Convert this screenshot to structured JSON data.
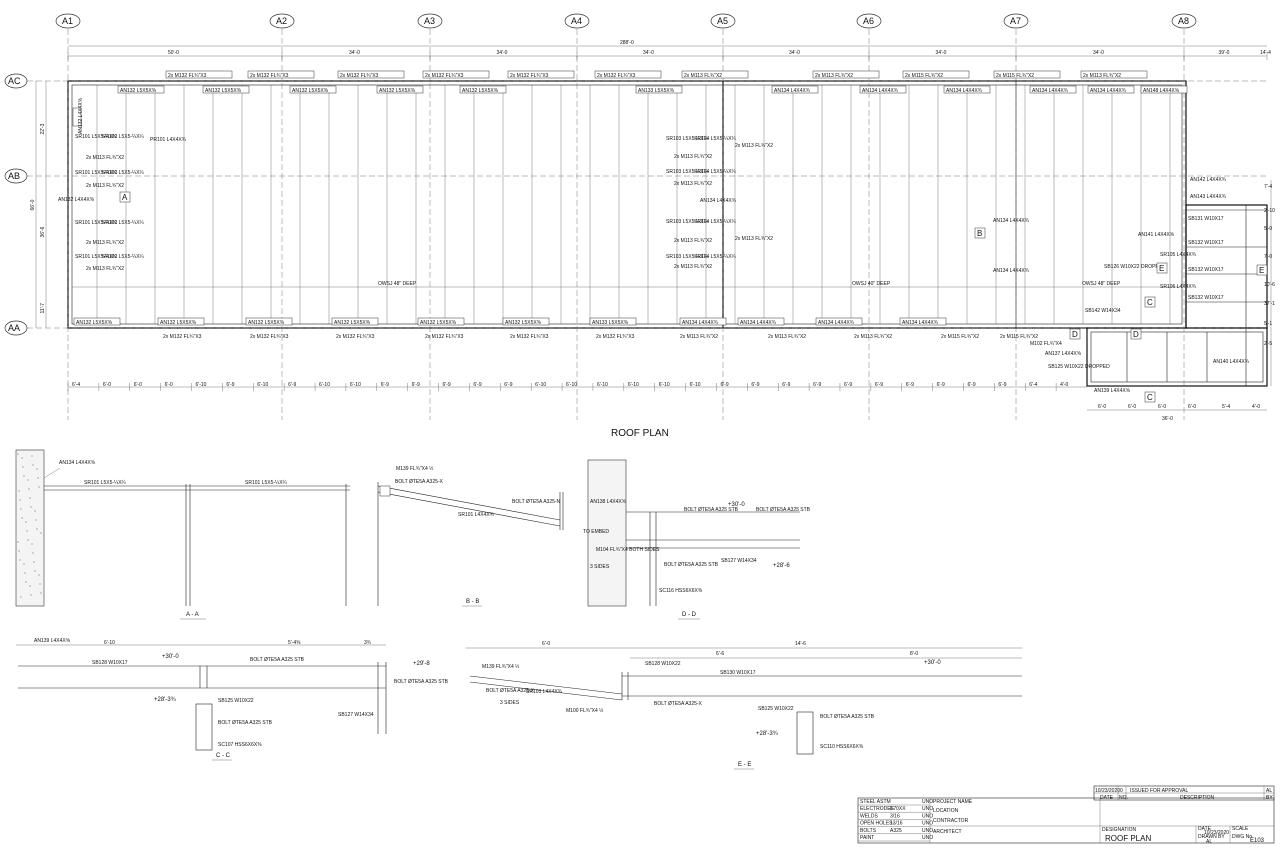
{
  "grid_columns": [
    "A1",
    "A2",
    "A3",
    "A4",
    "A5",
    "A6",
    "A7",
    "A8"
  ],
  "grid_rows": [
    "AC",
    "AB",
    "AA"
  ],
  "top_dims": [
    "50'-0",
    "34'-0",
    "34'-0",
    "34'-0",
    "34'-0",
    "34'-0",
    "34'-0",
    "39'-0",
    "14'-4"
  ],
  "overall_dim": "288'-0",
  "left_dims": [
    "22'-3",
    "66'-0",
    "36'-6",
    "11'-7"
  ],
  "bottom_dims": [
    "6'-4",
    "6'-0",
    "6'-0",
    "6'-0",
    "6'-10",
    "6'-9",
    "6'-10",
    "6'-9",
    "6'-10",
    "6'-10",
    "6'-9",
    "6'-9",
    "6'-9",
    "6'-9",
    "6'-9",
    "6'-10",
    "6'-10",
    "6'-10",
    "6'-10",
    "6'-10",
    "6'-10",
    "6'-9",
    "6'-9",
    "6'-9",
    "6'-9",
    "6'-9",
    "6'-9",
    "6'-9",
    "6'-9",
    "6'-9",
    "6'-9",
    "6'-4",
    "4'-0"
  ],
  "beam_labels_top": [
    "2x M132 FL¾\"X3",
    "2x M132 FL¾\"X3",
    "2x M132 FL¾\"X3",
    "2x M132 FL¾\"X3",
    "2x M132 FL¾\"X3",
    "2x M132 FL¾\"X3",
    "2x M113 FL¾\"X2",
    "2x M113 FL¾\"X2",
    "2x M115 FL¾\"X2",
    "2x M115 FL¾\"X2",
    "2x M113 FL¾\"X2"
  ],
  "beam_labels_bottom": [
    "2x M132 FL¾\"X3",
    "2x M132 FL¾\"X3",
    "2x M132 FL¾\"X3",
    "2x M132 FL¾\"X3",
    "2x M132 FL¾\"X3",
    "2x M132 FL¾\"X3",
    "2x M113 FL¾\"X2",
    "2x M113 FL¾\"X2",
    "2x M113 FL¾\"X2",
    "2x M115 FL¾\"X2",
    "2x M115 FL¾\"X2"
  ],
  "angle_labels_top": [
    "AN132 L5X5X⅜",
    "AN132 L5X5X⅜",
    "AN132 L5X5X⅜",
    "AN132 L5X5X⅜",
    "AN132 L5X5X⅜",
    "AN133 L5X5X⅜",
    "AN134 L4X4X¾",
    "AN134 L4X4X¾",
    "AN134 L4X4X¾",
    "AN134 L4X4X¾",
    "AN134 L4X4X¾",
    "AN148 L4X4X⅝"
  ],
  "angle_labels_bottom": [
    "AN132 L5X5X⅜",
    "AN132 L5X5X⅜",
    "AN132 L5X5X⅜",
    "AN132 L5X5X⅜",
    "AN132 L5X5X⅜",
    "AN132 L5X5X⅜",
    "AN133 L5X5X⅜",
    "AN134 L4X4X¾",
    "AN134 L4X4X¾",
    "AN134 L4X4X¾",
    "AN134 L4X4X¾"
  ],
  "joist_notes": [
    "OWSJ 48\" DEEP",
    "OWSJ 40\" DEEP"
  ],
  "plan_callouts": [
    "AN132 L4X4X⅝",
    "SR101 L5X5-¼X¼",
    "SR102 L5X5-¼X¼",
    "2x M113 FL¾\"X2",
    "PR101 L4X4X¾",
    "2x M113 FL¾\"X2",
    "SR103 L5X5-¼X¼",
    "SR104 L5X5-¼X¼",
    "2x M113 FL¾\"X2",
    "AN134 L4X4X¾",
    "SB126 W10X22 DROPPED",
    "SB131 W10X17",
    "SB132 W10X17",
    "SB142 W14X34",
    "AN137 L4X4X⅝",
    "M102 FL¾\"X4",
    "AN141 L4X4X⅝",
    "AN142 L4X4X¾",
    "AN143 L4X4X¾",
    "SR105 L4X4X¾",
    "SR106 L4X4X¾",
    "SB125 W10X22 DROPPED",
    "AN139 L4X4X⅝",
    "AN140 L4X4X¾"
  ],
  "right_dims": [
    "7'-4",
    "2'-10",
    "5'-0",
    "7'-0",
    "10'-6",
    "37'-1",
    "5'-1",
    "2'-5",
    "36'-0",
    "6'-0",
    "6'-0",
    "6'-0",
    "6'-0",
    "5'-4",
    "4'-0"
  ],
  "section_marks": [
    "A",
    "B",
    "C",
    "D",
    "E"
  ],
  "main_title": "ROOF PLAN",
  "sections": {
    "aa": {
      "title": "A - A",
      "labels": [
        "AN134 L4X4X⅝",
        "SR101 L5X5-¼X¼",
        "SR101 L5X5-¼X¼"
      ]
    },
    "bb": {
      "title": "B - B",
      "labels": [
        "M139 FL¾\"X4 ½",
        "BOLT ØTE5A A325-X",
        "BOLT ØTE5A A325-N",
        "SR101 L4X4X¾"
      ]
    },
    "dd": {
      "title": "D - D",
      "labels": [
        "AN138 L4X4X⅝",
        "+30'-0",
        "BOLT ØTE5A A325 STB",
        "BOLT ØTE5A A325 STB",
        "TO EMBED",
        "M104 FL¾\"X4 BOTH SIDES",
        "3 SIDES",
        "BOLT ØTE5A A325 STB",
        "SB127 W14X34",
        "+28'-6",
        "SC116 HSS6X6X⅜"
      ]
    },
    "cc": {
      "title": "C - C",
      "labels": [
        "AN139 L4X4X⅝",
        "6'-10",
        "5'-4⅝",
        "3¾",
        "SB128 W10X17",
        "+30'-0",
        "BOLT ØTE5A A325 STB",
        "+29'-8",
        "BOLT ØTE5A A325 STB",
        "+28'-3¾",
        "SB125 W10X22",
        "BOLT ØTE5A A325 STB",
        "SC107 HSS6X6X⅜",
        "SB127 W14X34"
      ]
    },
    "ee": {
      "title": "E - E",
      "labels": [
        "6'-0",
        "14'-6",
        "6'-6",
        "8'-0",
        "SB128 W10X22",
        "SB130 W10X17",
        "+30'-0",
        "M139 FL¾\"X4 ½",
        "BOLT ØTE5A A325-X",
        "SR103 L4X4X¾",
        "3 SIDES",
        "M100 FL¾\"X4 ½",
        "BOLT ØTE5A A325-X",
        "SB125 W10X22",
        "+28'-3¾",
        "BOLT ØTE5A A325 STB",
        "SC110 HSS6X6X⅜"
      ]
    }
  },
  "revision": {
    "date": "10/23/2020",
    "no": "0",
    "description": "ISSUED FOR APPROVAL",
    "by": "AL",
    "col_date": "DATE",
    "col_no": "NO.",
    "col_desc": "DESCRIPTION",
    "col_by": "BY"
  },
  "info_table": {
    "rows": [
      {
        "k": "STEEL ASTM",
        "v": "",
        "u": "UNO"
      },
      {
        "k": "ELECTRODES",
        "v": "E70XX",
        "u": "UNO"
      },
      {
        "k": "WELDS",
        "v": "3/16",
        "u": "UNO"
      },
      {
        "k": "OPEN HOLES",
        "v": "13/16",
        "u": "UNO"
      },
      {
        "k": "BOLTS",
        "v": "A325",
        "u": "UNO"
      },
      {
        "k": "PAINT",
        "v": "",
        "u": "UNO"
      }
    ],
    "project": [
      "PROJECT NAME",
      "LOCATION",
      "CONTRACTOR",
      "ARCHITECT"
    ]
  },
  "title_block": {
    "designation_label": "DESIGNATION",
    "title": "ROOF PLAN",
    "date_label": "DATE",
    "date": "10/23/2020",
    "scale_label": "SCALE",
    "drawn_label": "DRAWN BY",
    "drawn": "AL",
    "dwg_label": "DWG No.",
    "dwg": "E103"
  }
}
